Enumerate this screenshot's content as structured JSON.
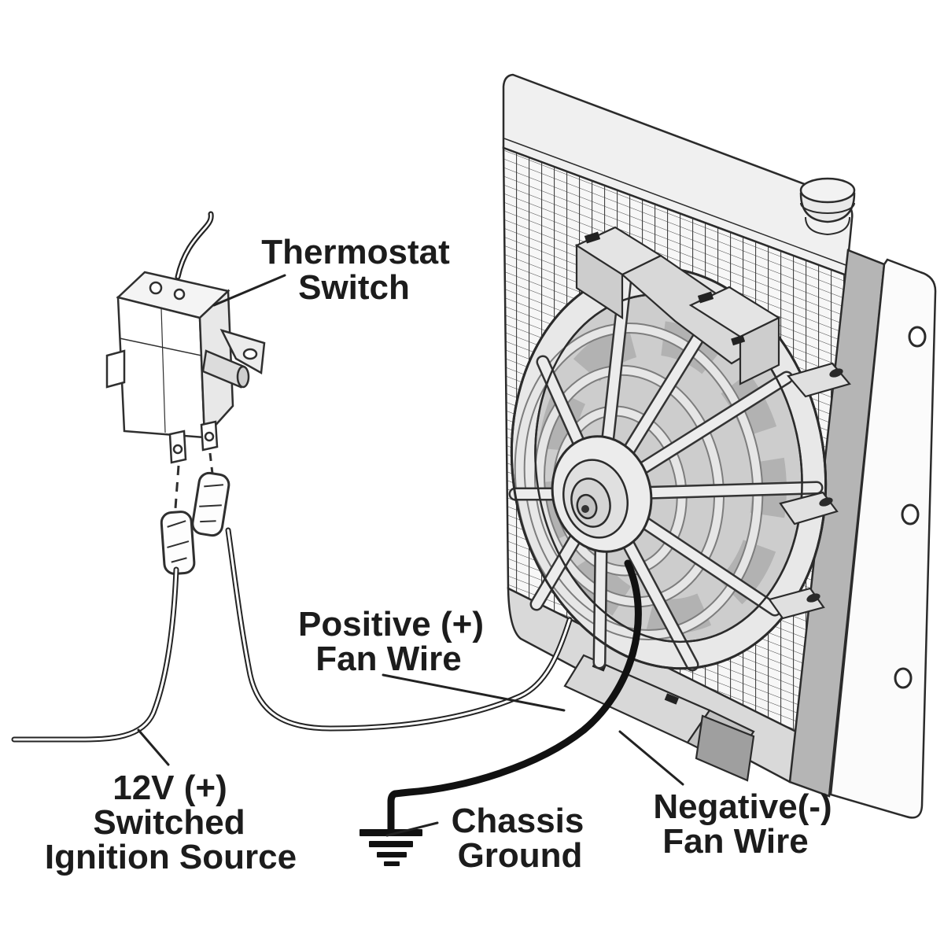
{
  "diagram": {
    "kind": "electric-fan-wiring-diagram",
    "labels": {
      "thermostat": {
        "line1": "Thermostat",
        "line2": "Switch"
      },
      "positive": {
        "line1": "Positive (+)",
        "line2": "Fan Wire"
      },
      "ignition": {
        "line1": "12V (+)",
        "line2": "Switched",
        "line3": "Ignition Source"
      },
      "chassis": {
        "line1": "Chassis",
        "line2": "Ground"
      },
      "negative": {
        "line1": "Negative(-)",
        "line2": "Fan Wire"
      }
    },
    "colors": {
      "ink": "#1c1c1c",
      "line": "#2f2f2f",
      "panel_light": "#efefef",
      "panel_mid": "#c9c9c9",
      "panel_dark": "#a0a0a0",
      "background": "#ffffff"
    },
    "components": [
      "thermostat-switch",
      "capillary-tube",
      "spade-connector-left",
      "spade-connector-right",
      "radiator",
      "radiator-cap",
      "radiator-mounting-flange",
      "electric-fan",
      "fan-mounting-brackets",
      "positive-fan-wire",
      "negative-fan-wire",
      "ignition-source-wire",
      "chassis-ground-symbol"
    ]
  }
}
